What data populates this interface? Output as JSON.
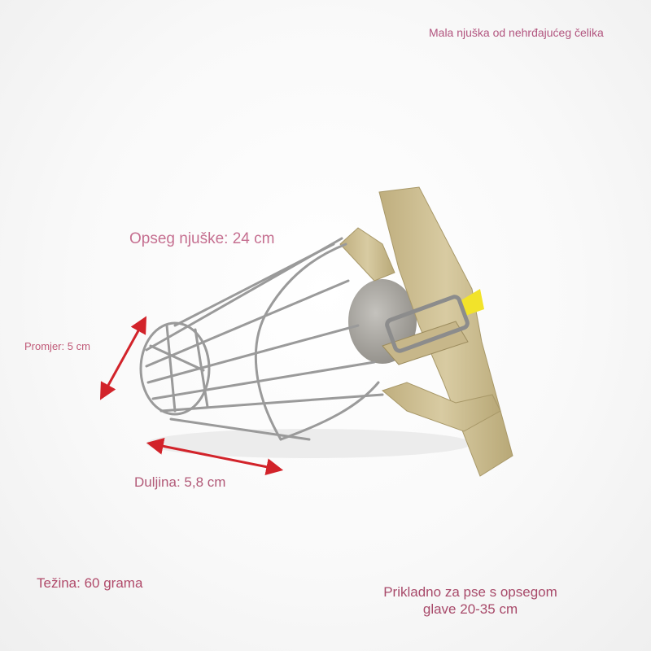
{
  "title": "Mala njuška od nehrđajućeg čelika",
  "annotations": {
    "circumference": "Opseg njuške: 24 cm",
    "diameter": "Promjer: 5 cm",
    "length": "Duljina: 5,8 cm",
    "weight": "Težina: 60 grama",
    "fit_line1": "Prikladno za pse s opsegom",
    "fit_line2": "glave 20-35 cm"
  },
  "colors": {
    "label": "#b25a78",
    "arrow": "#d2232a",
    "strap": "#cdbf92",
    "wire": "#9a9a9a",
    "plate": "#a5a29c",
    "tag": "#f2e32a"
  }
}
